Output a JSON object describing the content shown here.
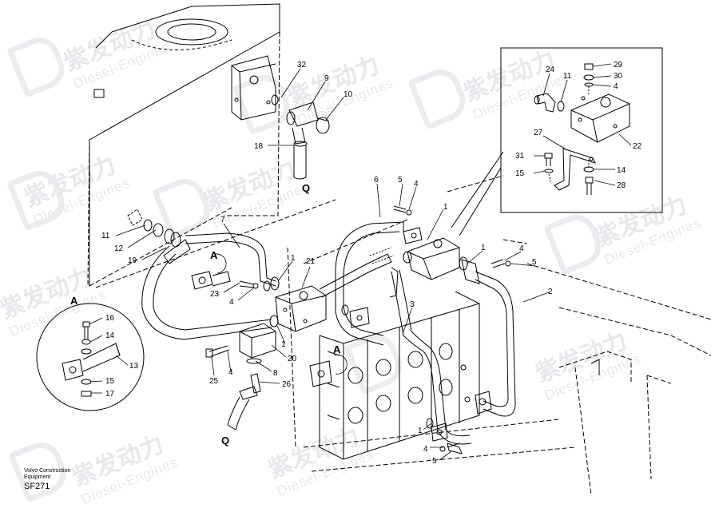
{
  "watermark": {
    "text": "紫发动力",
    "subtext": "Diesel-Engines"
  },
  "footer": {
    "brand_line1": "Volvo Construction",
    "brand_line2": "Equipment",
    "code": "SF271"
  },
  "view_labels": {
    "q_top": "Q",
    "q_bottom": "Q",
    "a_main": "A",
    "a_right": "A",
    "a_detail": "A"
  },
  "callouts": [
    {
      "id": "c32",
      "text": "32"
    },
    {
      "id": "c9",
      "text": "9"
    },
    {
      "id": "c10",
      "text": "10"
    },
    {
      "id": "c18",
      "text": "18"
    },
    {
      "id": "c6",
      "text": "6"
    },
    {
      "id": "c5a",
      "text": "5"
    },
    {
      "id": "c4a",
      "text": "4"
    },
    {
      "id": "c1a",
      "text": "1"
    },
    {
      "id": "c7",
      "text": "7"
    },
    {
      "id": "c11a",
      "text": "11"
    },
    {
      "id": "c12",
      "text": "12"
    },
    {
      "id": "c19",
      "text": "19"
    },
    {
      "id": "c21",
      "text": "21"
    },
    {
      "id": "c1b",
      "text": "1"
    },
    {
      "id": "c23",
      "text": "23"
    },
    {
      "id": "c4b",
      "text": "4"
    },
    {
      "id": "c1c",
      "text": "1"
    },
    {
      "id": "c1d",
      "text": "1"
    },
    {
      "id": "c4c",
      "text": "4"
    },
    {
      "id": "c5b",
      "text": "5"
    },
    {
      "id": "c2",
      "text": "2"
    },
    {
      "id": "c3",
      "text": "3"
    },
    {
      "id": "c20",
      "text": "20"
    },
    {
      "id": "c8",
      "text": "8"
    },
    {
      "id": "c26",
      "text": "26"
    },
    {
      "id": "c25",
      "text": "25"
    },
    {
      "id": "c4d",
      "text": "4"
    },
    {
      "id": "c1e",
      "text": "1"
    },
    {
      "id": "c4e",
      "text": "4"
    },
    {
      "id": "c5c",
      "text": "5"
    },
    {
      "id": "c16",
      "text": "16"
    },
    {
      "id": "c14a",
      "text": "14"
    },
    {
      "id": "c13",
      "text": "13"
    },
    {
      "id": "c15a",
      "text": "15"
    },
    {
      "id": "c17",
      "text": "17"
    },
    {
      "id": "c24",
      "text": "24"
    },
    {
      "id": "c11b",
      "text": "11"
    },
    {
      "id": "c29",
      "text": "29"
    },
    {
      "id": "c30",
      "text": "30"
    },
    {
      "id": "c4f",
      "text": "4"
    },
    {
      "id": "c27",
      "text": "27"
    },
    {
      "id": "c22",
      "text": "22"
    },
    {
      "id": "c31",
      "text": "31"
    },
    {
      "id": "c15b",
      "text": "15"
    },
    {
      "id": "c14b",
      "text": "14"
    },
    {
      "id": "c28",
      "text": "28"
    }
  ]
}
